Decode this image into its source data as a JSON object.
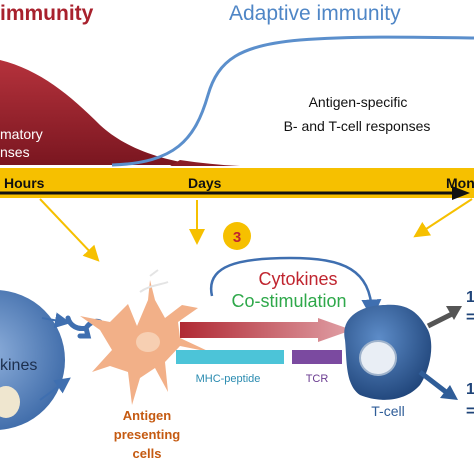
{
  "header": {
    "innate_title": "immunity",
    "adaptive_title": "Adaptive immunity"
  },
  "curves": {
    "inflammatory_line1": "matory",
    "inflammatory_line2": "nses",
    "adaptive_line1": "Antigen-specific",
    "adaptive_line2": "B- and T-cell responses"
  },
  "timeline": {
    "hours": "Hours",
    "days": "Days",
    "months": "Mon"
  },
  "signals": {
    "step_number": "3",
    "cytokines": "Cytokines",
    "costimulation": "Co-stimulation",
    "mhc_peptide": "MHC-peptide",
    "tcr": "TCR"
  },
  "cells": {
    "left_partial": "kines",
    "apc_line1": "Antigen",
    "apc_line2": "presenting",
    "apc_line3": "cells",
    "tcell": "T-cell"
  },
  "outcomes": {
    "top_digit": "1",
    "top_sign": "=",
    "bottom_digit": "1",
    "bottom_sign": "="
  },
  "colors": {
    "innate_red": "#a8212d",
    "adaptive_blue": "#4f86c6",
    "timeline_yellow": "#f6c000",
    "apc_orange": "#f2b088",
    "apc_text": "#c55a11",
    "cytokine_red": "#c0252f",
    "costim_green": "#2ea84a",
    "tcell_blue": "#2f5d98",
    "mhc_cyan": "#4cc4d8",
    "tcr_purple": "#7b4aa0"
  }
}
